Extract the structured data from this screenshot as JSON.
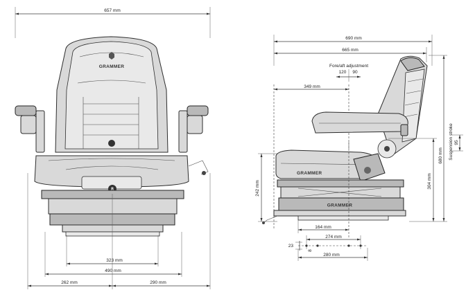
{
  "front_view": {
    "brand": "GRAMMER",
    "badge": "8",
    "dims": {
      "total_width": "657 mm",
      "rail_spacing": "323 mm",
      "base_width": "490 mm",
      "left_offset": "262 mm",
      "right_offset": "290 mm"
    }
  },
  "side_view": {
    "brand": "GRAMMER",
    "dims": {
      "overall_depth": "690 mm",
      "cushion_depth": "665 mm",
      "fore_aft_label": "Fore/aft adjustment",
      "fore_aft_back": "120",
      "fore_aft_fwd": "90",
      "seat_to_back": "349 mm",
      "overall_height": "680 mm",
      "suspension_label": "Suspension stroke",
      "suspension_value": "95",
      "pivot_height": "304 mm",
      "cushion_height": "242 mm",
      "rail_length": "164 mm",
      "rail_hole_spacing": "274 mm",
      "rail_total": "280 mm",
      "rail_offset": "23",
      "rail_small": "8"
    }
  }
}
